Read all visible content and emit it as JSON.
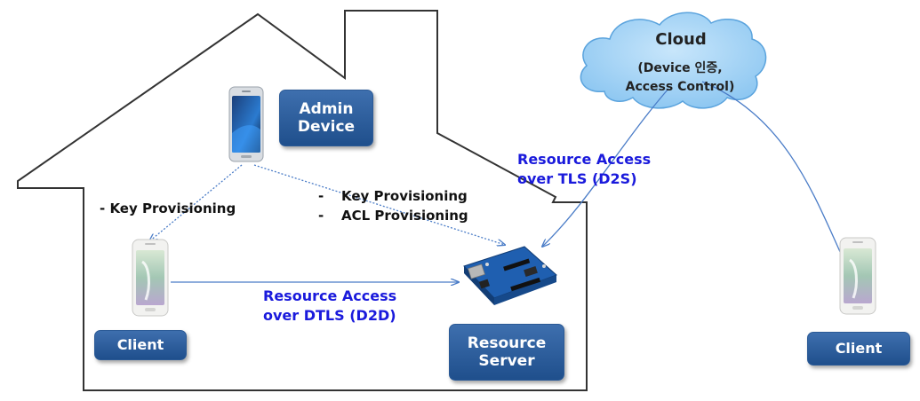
{
  "cloud": {
    "title": "Cloud",
    "line1": "(Device 인증,",
    "line2": "Access Control)"
  },
  "badges": {
    "admin_line1": "Admin",
    "admin_line2": "Device",
    "client_home": "Client",
    "client_remote": "Client",
    "server_line1": "Resource",
    "server_line2": "Server"
  },
  "labels": {
    "key_prov_left": "- Key Provisioning",
    "key_prov_dash": "-",
    "key_prov_right": "Key Provisioning",
    "acl_prov_dash": "-",
    "acl_prov": "ACL Provisioning",
    "d2d_line1": "Resource Access",
    "d2d_line2": "over DTLS (D2D)",
    "d2s_line1": "Resource Access",
    "d2s_line2": "over TLS (D2S)"
  },
  "colors": {
    "house_outline": "#333333",
    "arrow": "#4a7cc7",
    "cloud_fill": "#9fd1f5",
    "cloud_stroke": "#5aa3dd",
    "badge": "#2a5c9a",
    "protocol_text": "#1a1adc"
  },
  "icons": {
    "admin_phone": "smartphone-icon",
    "client_phone": "smartphone-icon",
    "server_board": "arduino-board-icon"
  }
}
